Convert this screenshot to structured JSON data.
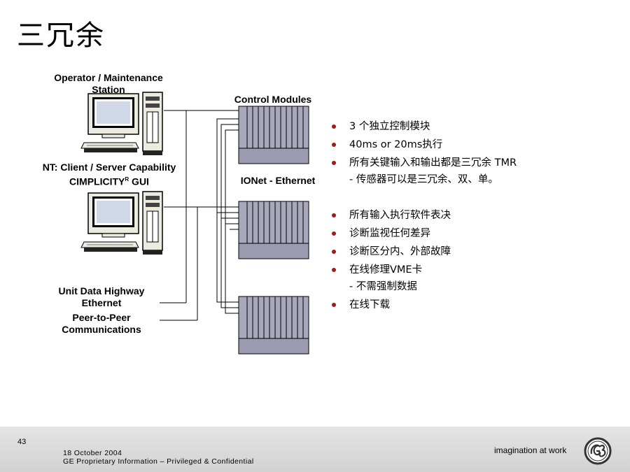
{
  "title": "三冗余",
  "labels": {
    "operator": [
      "Operator / Maintenance",
      "Station"
    ],
    "nt": [
      "NT: Client / Server Capability",
      "CIMPLICITY"
    ],
    "nt_sup": "R",
    "nt_tail": " GUI",
    "control_modules": "Control Modules",
    "ionet": "IONet - Ethernet",
    "udh": [
      "Unit Data Highway",
      "Ethernet"
    ],
    "p2p": [
      "Peer-to-Peer",
      "Communications"
    ]
  },
  "bullets_group1": [
    {
      "text": "3 个独立控制模块"
    },
    {
      "text": "40ms or 20ms执行"
    },
    {
      "text": "所有关键输入和输出都是三冗余  TMR"
    }
  ],
  "bullets_group1_sub": "- 传感器可以是三冗余、双、单。",
  "bullets_group2": [
    {
      "text": "所有输入执行软件表决"
    },
    {
      "text": "诊断监视任何差异"
    },
    {
      "text": "诊断区分内、外部故障"
    },
    {
      "text": "在线修理VME卡"
    }
  ],
  "bullets_group2_sub": "- 不需强制数据",
  "bullets_group2_last": "在线下载",
  "footer": {
    "page_number": "43",
    "date": "18 October 2004",
    "confidential": "GE Proprietary Information – Privileged & Confidential",
    "tagline": "imagination at work"
  },
  "colors": {
    "bullet": "#9b1c1c",
    "module_face": "#a8a8bc",
    "module_base": "#9a9ab0"
  },
  "icons": [
    "computer-workstation-icon",
    "control-module-rack-icon",
    "ge-logo-icon"
  ]
}
